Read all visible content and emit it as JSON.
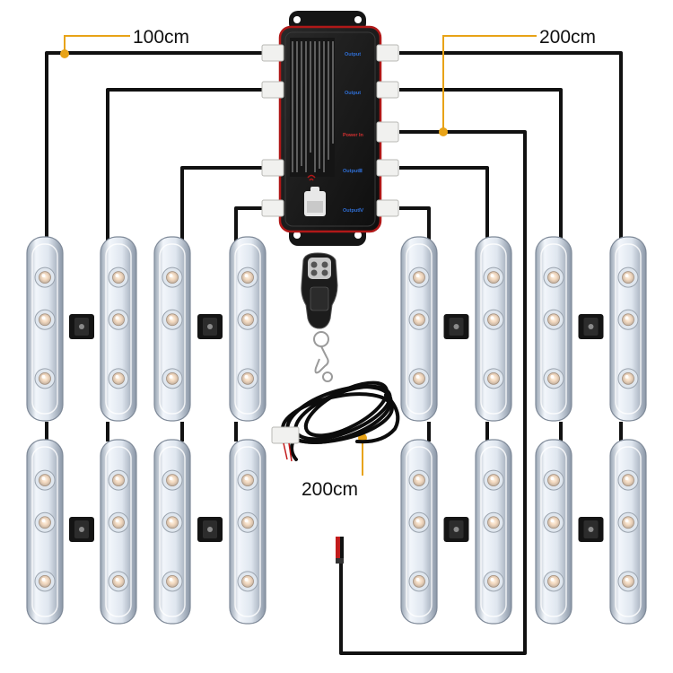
{
  "labels": {
    "top_left_length": "100cm",
    "top_right_length": "200cm",
    "power_cable_length": "200cm"
  },
  "controller": {
    "ports": [
      "Output",
      "Output",
      "Power In",
      "OutputⅢ",
      "OutputⅣ"
    ]
  },
  "colors": {
    "wire": "#111111",
    "callout": "#e8a317",
    "controller_body": "#1b1b1b",
    "controller_trim": "#b01818",
    "port_text": "#2f6fd6",
    "power_text": "#d23030"
  },
  "light_groups": [
    "group-1",
    "group-2",
    "group-3",
    "group-4"
  ]
}
